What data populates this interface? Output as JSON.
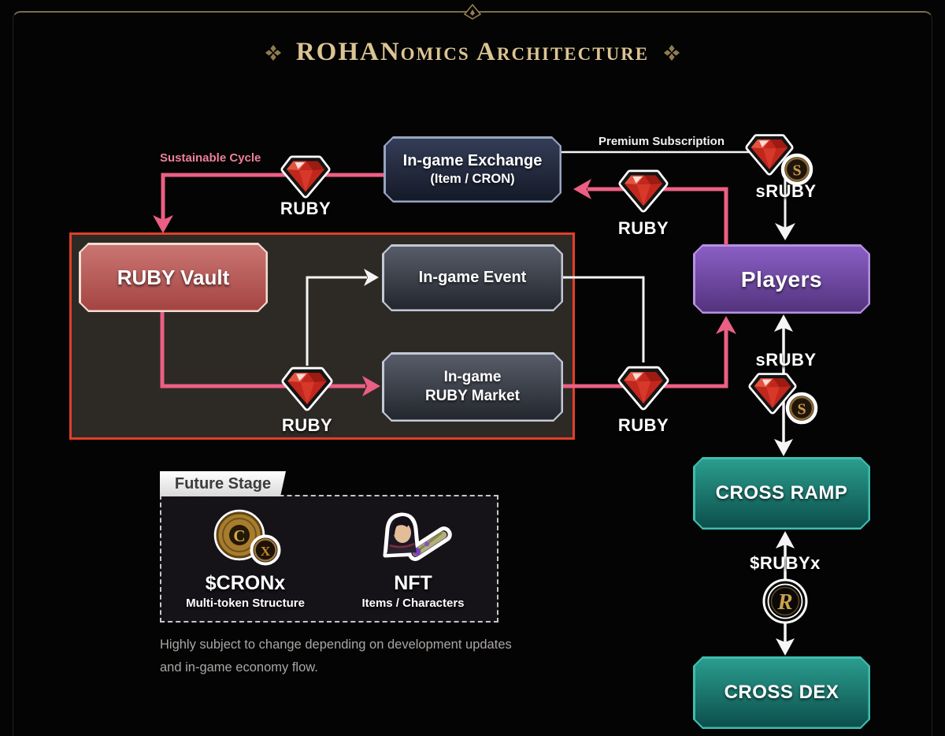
{
  "header": {
    "title": "ROHANomics Architecture"
  },
  "nodes": {
    "exchange": {
      "line1": "In-game Exchange",
      "line2": "(Item / CRON)"
    },
    "vault": {
      "label": "RUBY Vault"
    },
    "event": {
      "label": "In-game Event"
    },
    "market": {
      "line1": "In-game",
      "line2": "RUBY Market"
    },
    "players": {
      "label": "Players"
    },
    "cross_ramp": {
      "label": "CROSS RAMP"
    },
    "cross_dex": {
      "label": "CROSS DEX"
    }
  },
  "flow_labels": {
    "sustainable_cycle": "Sustainable Cycle",
    "premium_subscription": "Premium Subscription",
    "ruby_exchange_in": "RUBY",
    "ruby_players_to_exchange": "RUBY",
    "ruby_vault_out": "RUBY",
    "ruby_market_to_players": "RUBY",
    "sruby_top": "sRUBY",
    "sruby_bottom": "sRUBY",
    "rubyx": "$RUBYx"
  },
  "future_stage": {
    "tab_label": "Future Stage",
    "items": [
      {
        "title": "$CRONx",
        "subtitle": "Multi-token Structure",
        "icon": "cronx-coin-icon"
      },
      {
        "title": "NFT",
        "subtitle": "Items / Characters",
        "icon": "nft-character-icon"
      }
    ],
    "note": "Highly subject to change depending on development updates and in-game economy flow."
  },
  "colors": {
    "background": "#040404",
    "title_gold": "#dcc493",
    "flow_pink": "#ec5f84",
    "flow_white": "#f5f5f5",
    "red_frame": "#e23e29",
    "teal_node": "#2a9c8e",
    "purple_node": "#8a5ec4"
  }
}
